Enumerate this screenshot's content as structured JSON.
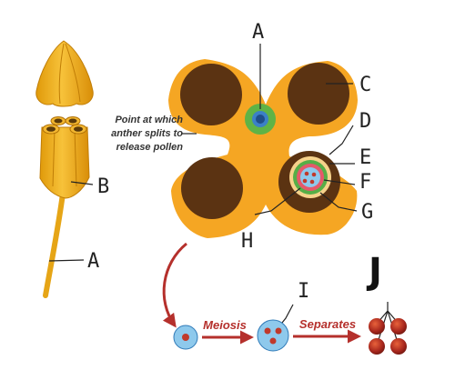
{
  "labels": {
    "a_top": "A",
    "a_left": "A",
    "b": "B",
    "c": "C",
    "d": "D",
    "e": "E",
    "f": "F",
    "g": "G",
    "h": "H",
    "i": "I",
    "j": "J"
  },
  "annotation": {
    "line1": "Point at which",
    "line2": "anther splits to",
    "line3": "release pollen"
  },
  "steps": {
    "meiosis": "Meiosis",
    "separates": "Separates"
  },
  "colors": {
    "anther": "#f5a623",
    "pollen_sac": "#5b3312",
    "cell": "#8ec9ec",
    "red_step": "#b5302c"
  }
}
